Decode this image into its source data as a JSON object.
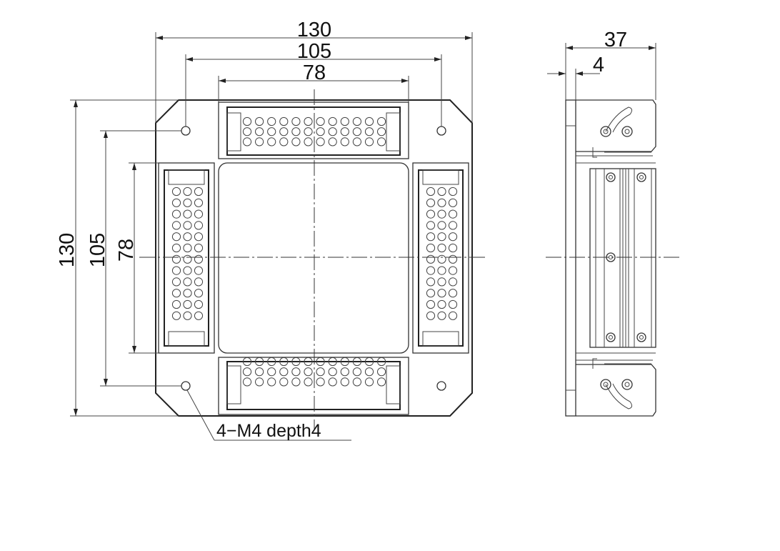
{
  "front_view": {
    "dims_horizontal": {
      "overall": "130",
      "holes": "105",
      "window": "78"
    },
    "dims_vertical": {
      "overall": "130",
      "holes": "105",
      "window": "78"
    },
    "hole_note": "4−M4 depth4",
    "connector_long": {
      "columns": 12,
      "rows": 3
    },
    "connector_side": {
      "columns": 3,
      "rows": 12
    }
  },
  "side_view": {
    "dims": {
      "width": "37",
      "plate": "4"
    }
  },
  "colors": {
    "line": "#333333",
    "background": "#ffffff"
  }
}
